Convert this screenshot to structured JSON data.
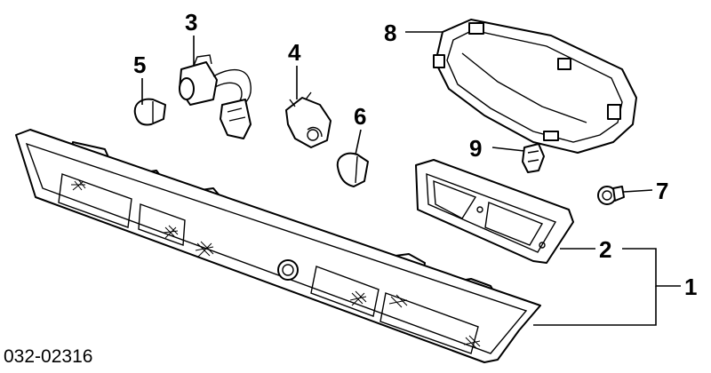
{
  "diagram": {
    "catalog_code": "032-02316",
    "callouts": [
      "1",
      "2",
      "3",
      "4",
      "5",
      "6",
      "7",
      "8",
      "9"
    ]
  }
}
